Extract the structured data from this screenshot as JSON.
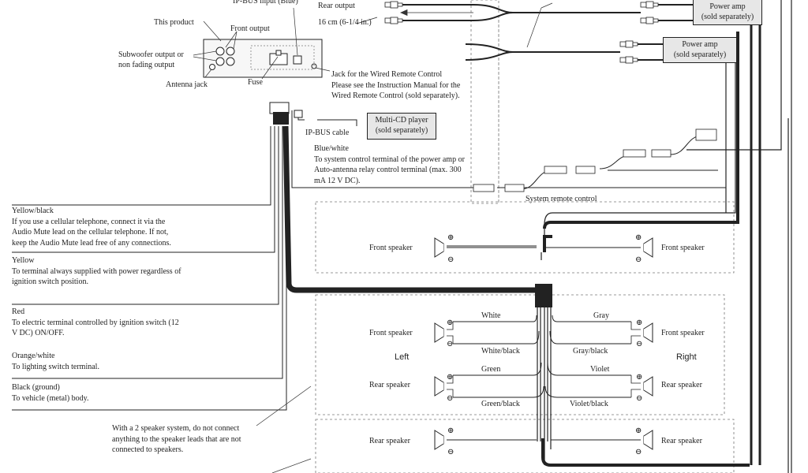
{
  "head_unit": {
    "this_product": "This product",
    "ipbus_input": "IP-BUS input (Blue)",
    "front_output": "Front output",
    "subwoofer_output": "Subwoofer output or",
    "non_fading_output": "non fading output",
    "antenna_jack": "Antenna jack",
    "fuse": "Fuse",
    "rear_output": "Rear output",
    "rear_output_length": "16 cm (6-1/4 in.)"
  },
  "remote_jack": {
    "title": "Jack for the Wired Remote Control",
    "line2": "Please see the Instruction Manual for the",
    "line3": "Wired Remote Control (sold separately)."
  },
  "power_amps": [
    {
      "line1": "Power amp",
      "line2": "(sold separately)"
    },
    {
      "line1": "Power amp",
      "line2": "(sold separately)"
    }
  ],
  "multi_cd": {
    "line1": "Multi-CD player",
    "line2": "(sold separately)"
  },
  "ipbus_cable": "IP-BUS cable",
  "blue_white": {
    "title": "Blue/white",
    "line2": "To system control terminal of the power amp or",
    "line3": "Auto-antenna relay control terminal (max. 300",
    "line4": "mA 12 V DC)."
  },
  "system_remote_control": "System remote control",
  "leads": [
    {
      "color": "Yellow/black",
      "desc1": "If you use a cellular telephone, connect it via the",
      "desc2": "Audio Mute lead on the cellular telephone. If not,",
      "desc3": "keep the Audio Mute lead free of any connections."
    },
    {
      "color": "Yellow",
      "desc1": "To terminal always supplied with power regardless of",
      "desc2": "ignition switch position.",
      "desc3": ""
    },
    {
      "color": "Red",
      "desc1": "To electric terminal controlled by ignition switch (12",
      "desc2": "V DC) ON/OFF.",
      "desc3": ""
    },
    {
      "color": "Orange/white",
      "desc1": "To lighting switch terminal.",
      "desc2": "",
      "desc3": ""
    },
    {
      "color": "Black (ground)",
      "desc1": "To vehicle (metal) body.",
      "desc2": "",
      "desc3": ""
    }
  ],
  "two_speaker_note": {
    "line1": "With a 2 speaker system, do not connect",
    "line2": "anything to the speaker leads that are not",
    "line3": "connected to speakers."
  },
  "speakers": {
    "front_speaker": "Front speaker",
    "rear_speaker": "Rear speaker",
    "plus": "⊕",
    "minus": "⊖"
  },
  "wire_colors": {
    "white": "White",
    "white_black": "White/black",
    "gray": "Gray",
    "gray_black": "Gray/black",
    "green": "Green",
    "green_black": "Green/black",
    "violet": "Violet",
    "violet_black": "Violet/black"
  },
  "sides": {
    "left": "Left",
    "right": "Right"
  }
}
